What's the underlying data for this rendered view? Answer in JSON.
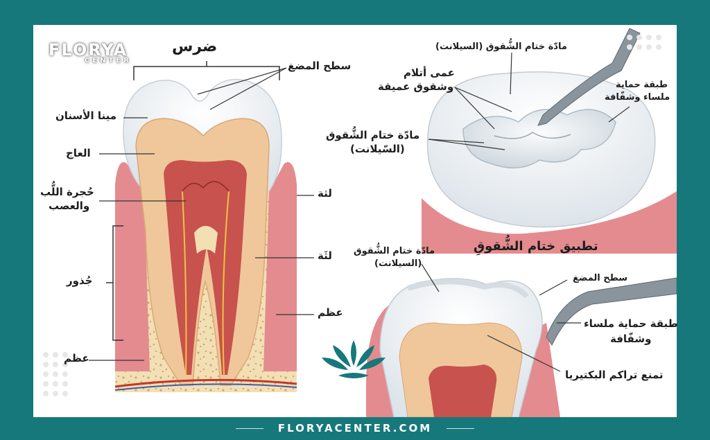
{
  "brand": {
    "logo_main": "FLORYA",
    "logo_sub": "CENTER",
    "footer_url": "FLORYACENTER.COM"
  },
  "labels": {
    "tooth_title": "ضرس",
    "occlusal_surface": "سطح المضغ",
    "enamel": "مينا الأسنان",
    "dentin": "العاج",
    "pulp_line1": "حُجرة اللُّب",
    "pulp_line2": "والعصب",
    "roots": "جُذور",
    "bone_left": "عظم",
    "gum_upper": "لثة",
    "gum_lower": "لثَة",
    "bone_right": "عظم",
    "sealant_top": "مادّة ختام الشُّقوق (السيلانت)",
    "deep_grooves_line1": "عمى أتلام",
    "deep_grooves_line2": "وشقوق عميقة",
    "sealant_mid_line1": "مادّة ختام الشُّقوق",
    "sealant_mid_line2": "(السّيلانت)",
    "smooth_layer_top_line1": "طبقة حماية",
    "smooth_layer_top_line2": "ملساء وشفّافة",
    "application_title": "تطبيق ختام الشُّقوقِ",
    "sealant_bottom_line1": "مادّة ختام الشُّقوق",
    "sealant_bottom_line2": "(السيلانت)",
    "occlusal_surface_right": "سطح المضغ",
    "smooth_layer_bottom_line1": "طبقة حماية ملساء",
    "smooth_layer_bottom_line2": "وشفّافة",
    "prevents_bacteria": "تمنع تراكم البكتيريا"
  },
  "colors": {
    "frame": "#17787b",
    "enamel": "#f4f6f8",
    "dentin": "#efc79a",
    "pulp": "#c8524d",
    "gum": "#e48b8f",
    "bone": "#f3dfb4",
    "nerve_red": "#c0392b",
    "nerve_blue": "#3e5aa8"
  }
}
